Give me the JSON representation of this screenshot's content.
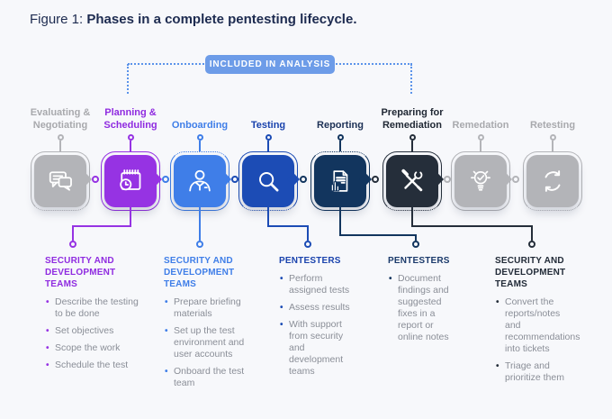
{
  "title": {
    "prefix": "Figure 1:",
    "main": "Phases in a complete pentesting lifecycle."
  },
  "badge": {
    "label": "INCLUDED IN ANALYSIS",
    "color": "#6d9ce8"
  },
  "phases": [
    {
      "label": "Evaluating & Negotiating",
      "icon": "chat-icon",
      "color": "#b3b4b8",
      "label_color": "#a8a9ad",
      "included_in_analysis": false
    },
    {
      "label": "Planning & Scheduling",
      "icon": "calendar-clock-icon",
      "color": "#9633e3",
      "label_color": "#8f2be0",
      "included_in_analysis": true
    },
    {
      "label": "Onboarding",
      "icon": "person-icon",
      "color": "#3f7ee8",
      "label_color": "#3f7ee8",
      "included_in_analysis": true
    },
    {
      "label": "Testing",
      "icon": "magnifier-icon",
      "color": "#1c4cb5",
      "label_color": "#1a43ad",
      "included_in_analysis": true
    },
    {
      "label": "Reporting",
      "icon": "report-icon",
      "color": "#12355e",
      "label_color": "#1c3055",
      "included_in_analysis": true
    },
    {
      "label": "Preparing for Remediation",
      "icon": "tools-icon",
      "color": "#252e3a",
      "label_color": "#202834",
      "included_in_analysis": true
    },
    {
      "label": "Remedation",
      "icon": "bulb-check-icon",
      "color": "#b3b4b8",
      "label_color": "#a8a9ad",
      "included_in_analysis": false
    },
    {
      "label": "Retesting",
      "icon": "refresh-icon",
      "color": "#b3b4b8",
      "label_color": "#a8a9ad",
      "included_in_analysis": false
    }
  ],
  "lists": [
    {
      "team": "SECURITY AND DEVELOPMENT TEAMS",
      "phase": "Planning & Scheduling",
      "items": [
        "Describe the testing to be done",
        "Set objectives",
        "Scope the work",
        "Schedule the test"
      ]
    },
    {
      "team": "SECURITY AND DEVELOPMENT TEAMS",
      "phase": "Onboarding",
      "items": [
        "Prepare briefing materials",
        "Set up the test environment and user accounts",
        "Onboard the test team"
      ]
    },
    {
      "team": "PENTESTERS",
      "phase": "Testing",
      "items": [
        "Perform assigned tests",
        "Assess results",
        "With support from security and development teams"
      ]
    },
    {
      "team": "PENTESTERS",
      "phase": "Reporting",
      "items": [
        "Document findings and suggested fixes in a report or online notes"
      ]
    },
    {
      "team": "SECURITY AND DEVELOPMENT TEAMS",
      "phase": "Preparing for Remediation",
      "items": [
        "Convert the reports/notes and recommendations into tickets",
        "Triage and prioritize them"
      ]
    }
  ]
}
